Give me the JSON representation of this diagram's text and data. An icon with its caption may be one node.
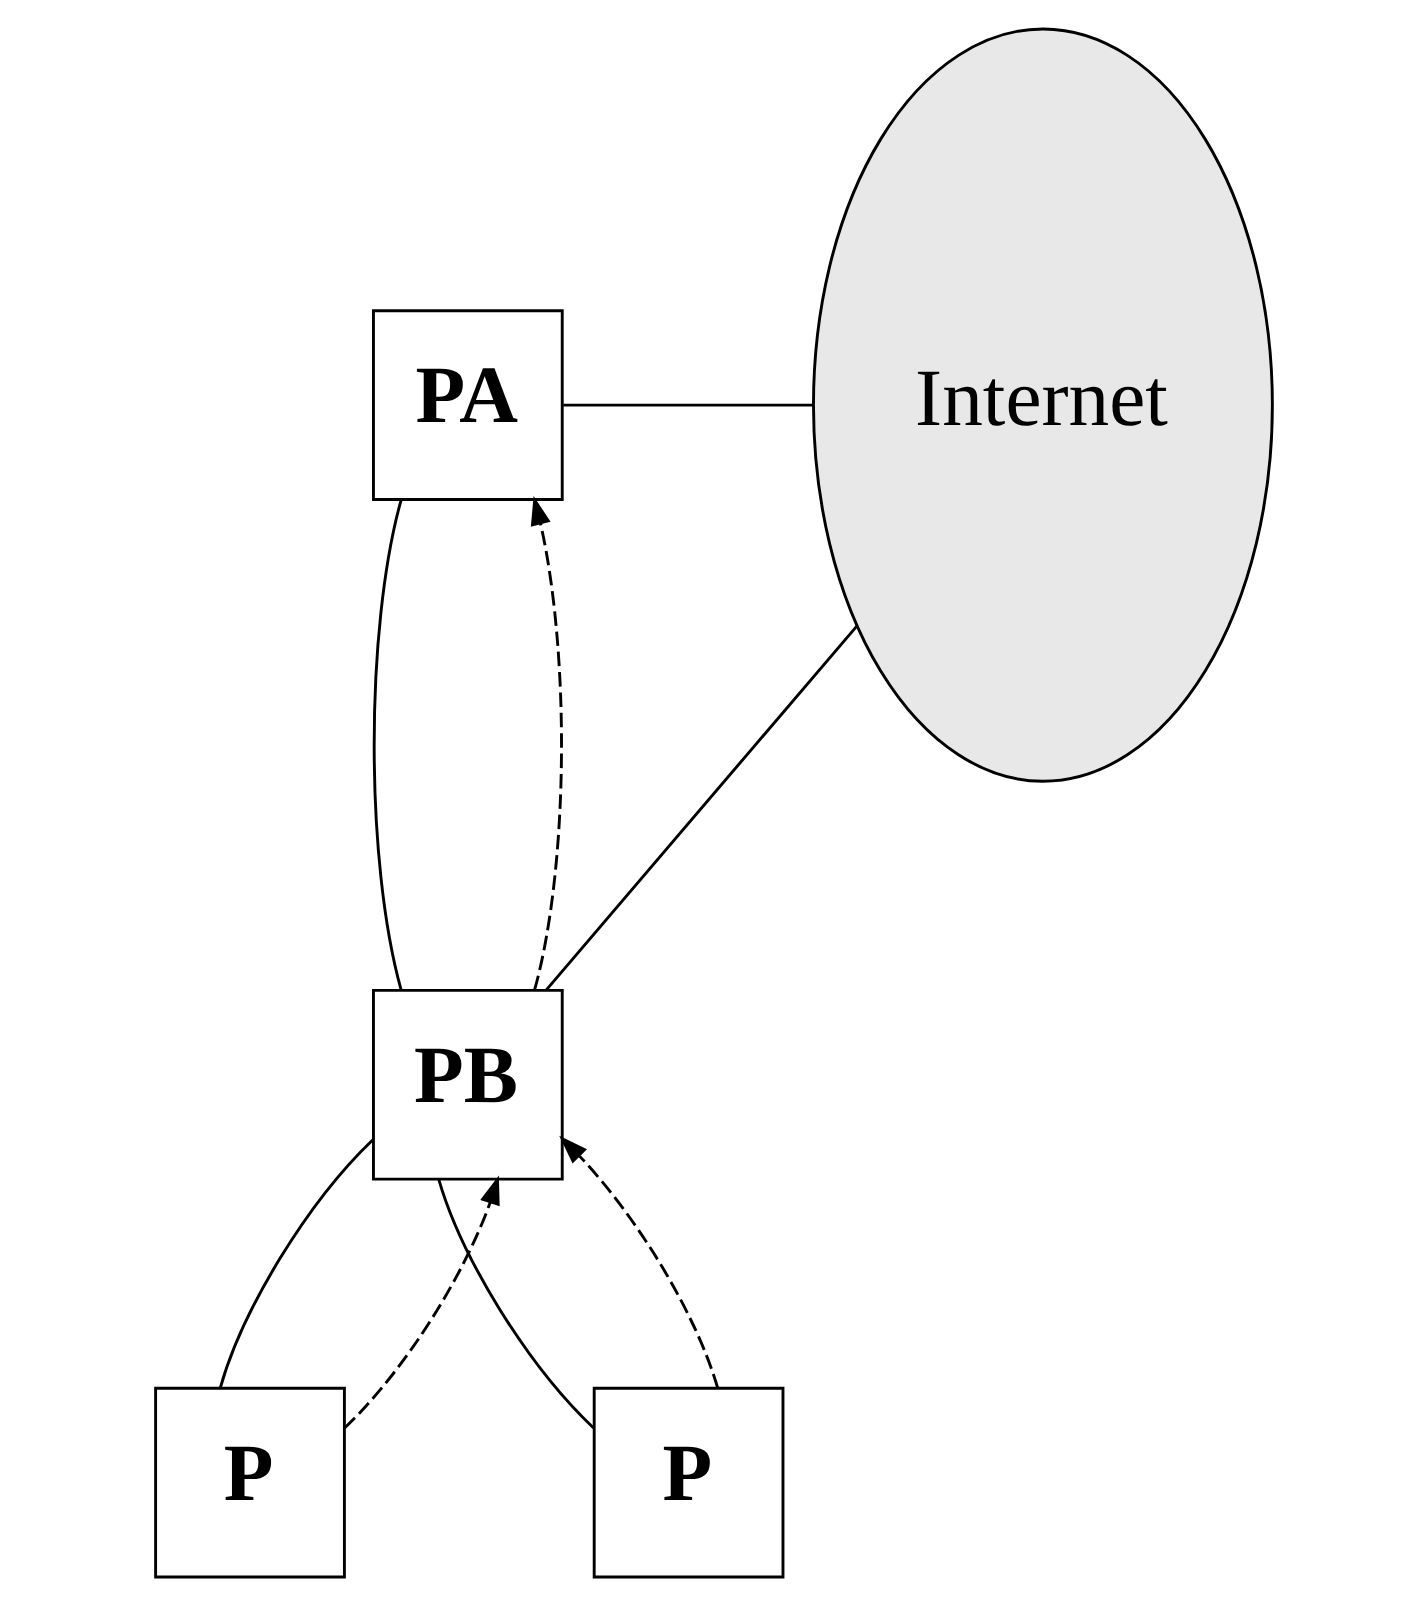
{
  "diagram": {
    "nodes": [
      {
        "text": [
          "PA"
        ]
      },
      {
        "text": [
          "Internet"
        ]
      },
      {
        "text": [
          "PB"
        ]
      },
      {
        "text": [
          "P"
        ]
      },
      {
        "text": [
          "P"
        ]
      }
    ],
    "edges": [
      {
        "from": 0,
        "to": 1,
        "arrow": "none"
      },
      {
        "from": 0,
        "to": 2,
        "arrow": "none"
      },
      {
        "from": 2,
        "to": 0,
        "arrow": "to",
        "style": "dashed"
      },
      {
        "from": 2,
        "to": 1,
        "arrow": "none"
      },
      {
        "from": 2,
        "to": 3,
        "arrow": "none"
      },
      {
        "from": 2,
        "to": 4,
        "arrow": "none"
      },
      {
        "from": 3,
        "to": 2,
        "arrow": "to",
        "style": "dashed"
      },
      {
        "from": 4,
        "to": 2,
        "arrow": "to",
        "style": "dashed"
      }
    ]
  }
}
